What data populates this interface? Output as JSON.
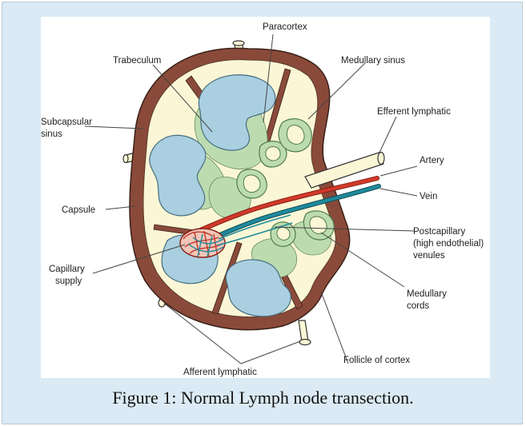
{
  "labels": {
    "paracortex": "Paracortex",
    "trabeculum": "Trabeculum",
    "medullary_sinus": "Medullary sinus",
    "efferent_lymphatic": "Efferent lymphatic",
    "subcapsular_sinus_1": "Subcapsular",
    "subcapsular_sinus_2": "sinus",
    "artery": "Artery",
    "capsule": "Capsule",
    "vein": "Vein",
    "postcapillary_1": "Postcapillary",
    "postcapillary_2": "(high endothelial)",
    "postcapillary_3": "venules",
    "capillary_supply_1": "Capillary",
    "capillary_supply_2": "supply",
    "medullary_cords_1": "Medullary",
    "medullary_cords_2": "cords",
    "follicle_of_cortex": "Follicle of cortex",
    "afferent_lymphatic": "Afferent lymphatic"
  },
  "caption": "Figure 1: Normal Lymph node transection.",
  "colors": {
    "background": "#dbeaf4",
    "capsule": "#8a4a3a",
    "sinus": "#fbf7d6",
    "follicle": "#a9cfe0",
    "paracortex": "#bcdcb0",
    "artery": "#d03a2a",
    "vein": "#1f8a9c"
  }
}
